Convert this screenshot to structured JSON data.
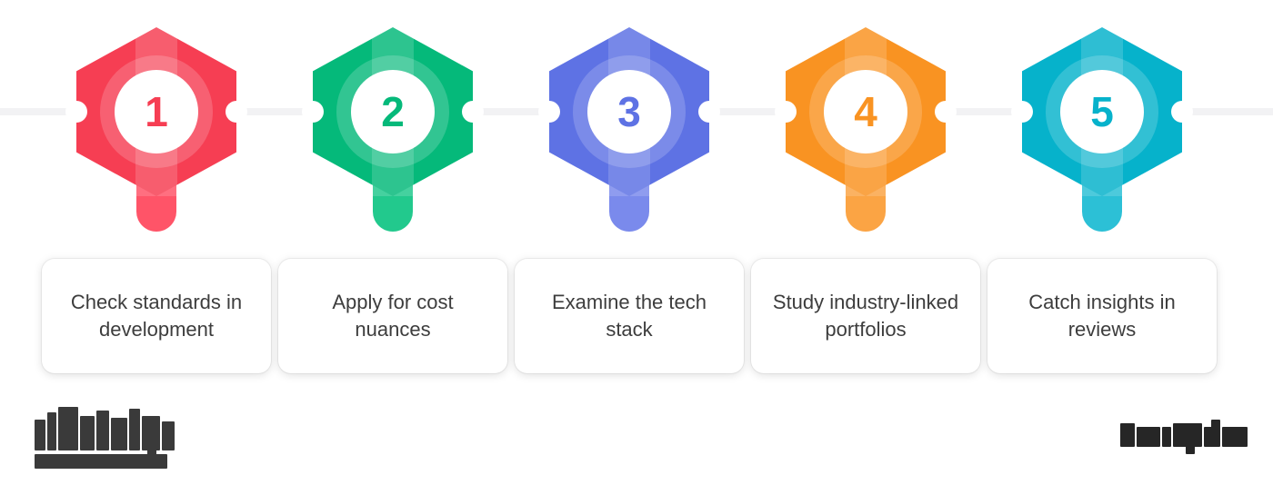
{
  "graphic": {
    "type": "horizontal-timeline-infographic",
    "title_text": "",
    "step_count": 5,
    "connector_line_color": "#f2f2f4",
    "card_text_color": "#3d3d3d",
    "card_background": "#ffffff"
  },
  "steps": [
    {
      "number": "1",
      "label": "Check standards in development",
      "color": "#f63e53",
      "color_light": "#ff5468",
      "number_color": "#f63e53",
      "marker_name": "step-marker-1"
    },
    {
      "number": "2",
      "label": "Apply for cost nuances",
      "color": "#05b97a",
      "color_light": "#22c98d",
      "number_color": "#05b97a",
      "marker_name": "step-marker-2"
    },
    {
      "number": "3",
      "label": "Examine the tech stack",
      "color": "#5e72e4",
      "color_light": "#7a8aec",
      "number_color": "#5e72e4",
      "marker_name": "step-marker-3"
    },
    {
      "number": "4",
      "label": "Study industry-linked portfolios",
      "color": "#f99322",
      "color_light": "#fba444",
      "number_color": "#f99322",
      "marker_name": "step-marker-4"
    },
    {
      "number": "5",
      "label": "Catch insights in reviews",
      "color": "#06b2cb",
      "color_light": "#2cc0d6",
      "number_color": "#06b2cb",
      "marker_name": "step-marker-5"
    }
  ],
  "logos": {
    "left": {
      "name": "brand-logo-left",
      "state": "blurred"
    },
    "right": {
      "name": "brand-logo-right",
      "state": "blurred"
    }
  }
}
